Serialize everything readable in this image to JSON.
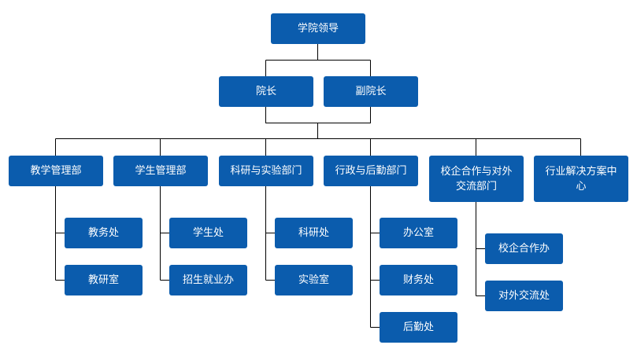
{
  "colors": {
    "box": "#0b5cad",
    "text": "#ffffff",
    "line": "#000000"
  },
  "root": {
    "label": "学院领导"
  },
  "leaders": [
    {
      "label": "院长"
    },
    {
      "label": "副院长"
    }
  ],
  "departments": [
    {
      "label": "教学管理部",
      "children": [
        {
          "label": "教务处"
        },
        {
          "label": "教研室"
        }
      ]
    },
    {
      "label": "学生管理部",
      "children": [
        {
          "label": "学生处"
        },
        {
          "label": "招生就业办"
        }
      ]
    },
    {
      "label": "科研与实验部门",
      "children": [
        {
          "label": "科研处"
        },
        {
          "label": "实验室"
        }
      ]
    },
    {
      "label": "行政与后勤部门",
      "children": [
        {
          "label": "办公室"
        },
        {
          "label": "财务处"
        },
        {
          "label": "后勤处"
        }
      ]
    },
    {
      "label": "校企合作与对外交流部门",
      "children": [
        {
          "label": "校企合作办"
        },
        {
          "label": "对外交流处"
        }
      ]
    },
    {
      "label": "行业解决方案中心",
      "children": []
    }
  ]
}
